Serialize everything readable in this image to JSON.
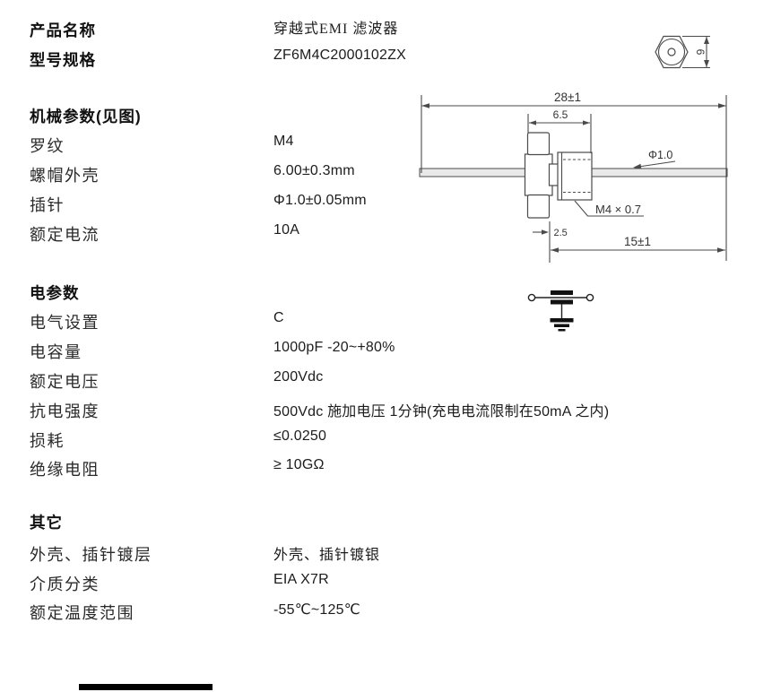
{
  "colors": {
    "text": "#222222",
    "line": "#4a4a4a",
    "wire_fill": "#e9e9e9",
    "plate": "#111111",
    "footer_bar": "#000000"
  },
  "header": {
    "rows": [
      {
        "label": "产品名称",
        "value": "穿越式EMI 滤波器"
      },
      {
        "label": "型号规格",
        "value": "ZF6M4C2000102ZX"
      }
    ]
  },
  "sections": [
    {
      "heading": "机械参数(见图)",
      "rows": [
        {
          "label": "罗纹",
          "value": "M4"
        },
        {
          "label": "螺帽外壳",
          "value": "6.00±0.3mm"
        },
        {
          "label": "插针",
          "value": "Φ1.0±0.05mm"
        },
        {
          "label": "额定电流",
          "value": "10A"
        }
      ]
    },
    {
      "heading": "电参数",
      "rows": [
        {
          "label": "电气设置",
          "value": "C"
        },
        {
          "label": "电容量",
          "value": "1000pF -20~+80%"
        },
        {
          "label": "额定电压",
          "value": "200Vdc"
        },
        {
          "label": "抗电强度",
          "value": "500Vdc  施加电压 1分钟(充电电流限制在50mA 之内)"
        },
        {
          "label": "损耗",
          "value": "≤0.0250"
        },
        {
          "label": "绝缘电阻",
          "value": "≥ 10GΩ"
        }
      ]
    },
    {
      "heading": "其它",
      "rows": [
        {
          "label": "外壳、插针镀层",
          "value": "外壳、插针镀银"
        },
        {
          "label": "介质分类",
          "value": "EIA X7R"
        },
        {
          "label": "额定温度范围",
          "value": "-55℃~125℃"
        }
      ]
    }
  ],
  "drawing": {
    "overall_length": "28±1",
    "body_width": "6.5",
    "pin_diameter": "Φ1.0",
    "thread_spec": "M4 × 0.7",
    "nut_offset": "2.5",
    "right_length": "15±1",
    "hex_across_flats": "6"
  }
}
